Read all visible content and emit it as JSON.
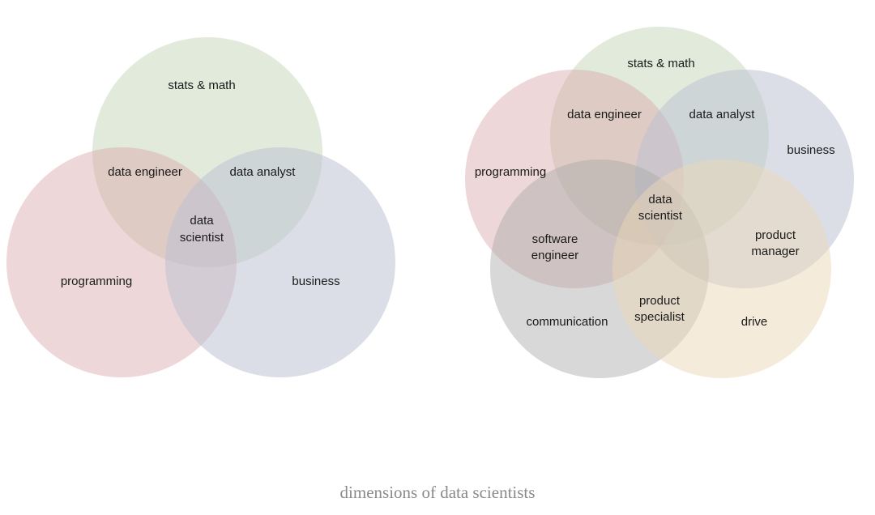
{
  "colors": {
    "stats_math": "#c9d9bd",
    "programming": "#d9a7a9",
    "business": "#bdc2d4",
    "communication": "#a8a8a8",
    "drive": "#ecd7b7",
    "caption": "#8a8a8a"
  },
  "left_diagram": {
    "sets": [
      "stats & math",
      "programming",
      "business"
    ],
    "intersections": {
      "data_engineer": "data engineer",
      "data_analyst": "data analyst",
      "data_scientist": [
        "data",
        "scientist"
      ]
    }
  },
  "right_diagram": {
    "sets": [
      "stats & math",
      "programming",
      "business",
      "communication",
      "drive"
    ],
    "intersections": {
      "data_engineer": "data engineer",
      "data_analyst": "data analyst",
      "data_scientist": [
        "data",
        "scientist"
      ],
      "software_engineer": [
        "software",
        "engineer"
      ],
      "product_manager": [
        "product",
        "manager"
      ],
      "product_specialist": [
        "product",
        "specialist"
      ]
    }
  },
  "caption": "dimensions of data scientists"
}
